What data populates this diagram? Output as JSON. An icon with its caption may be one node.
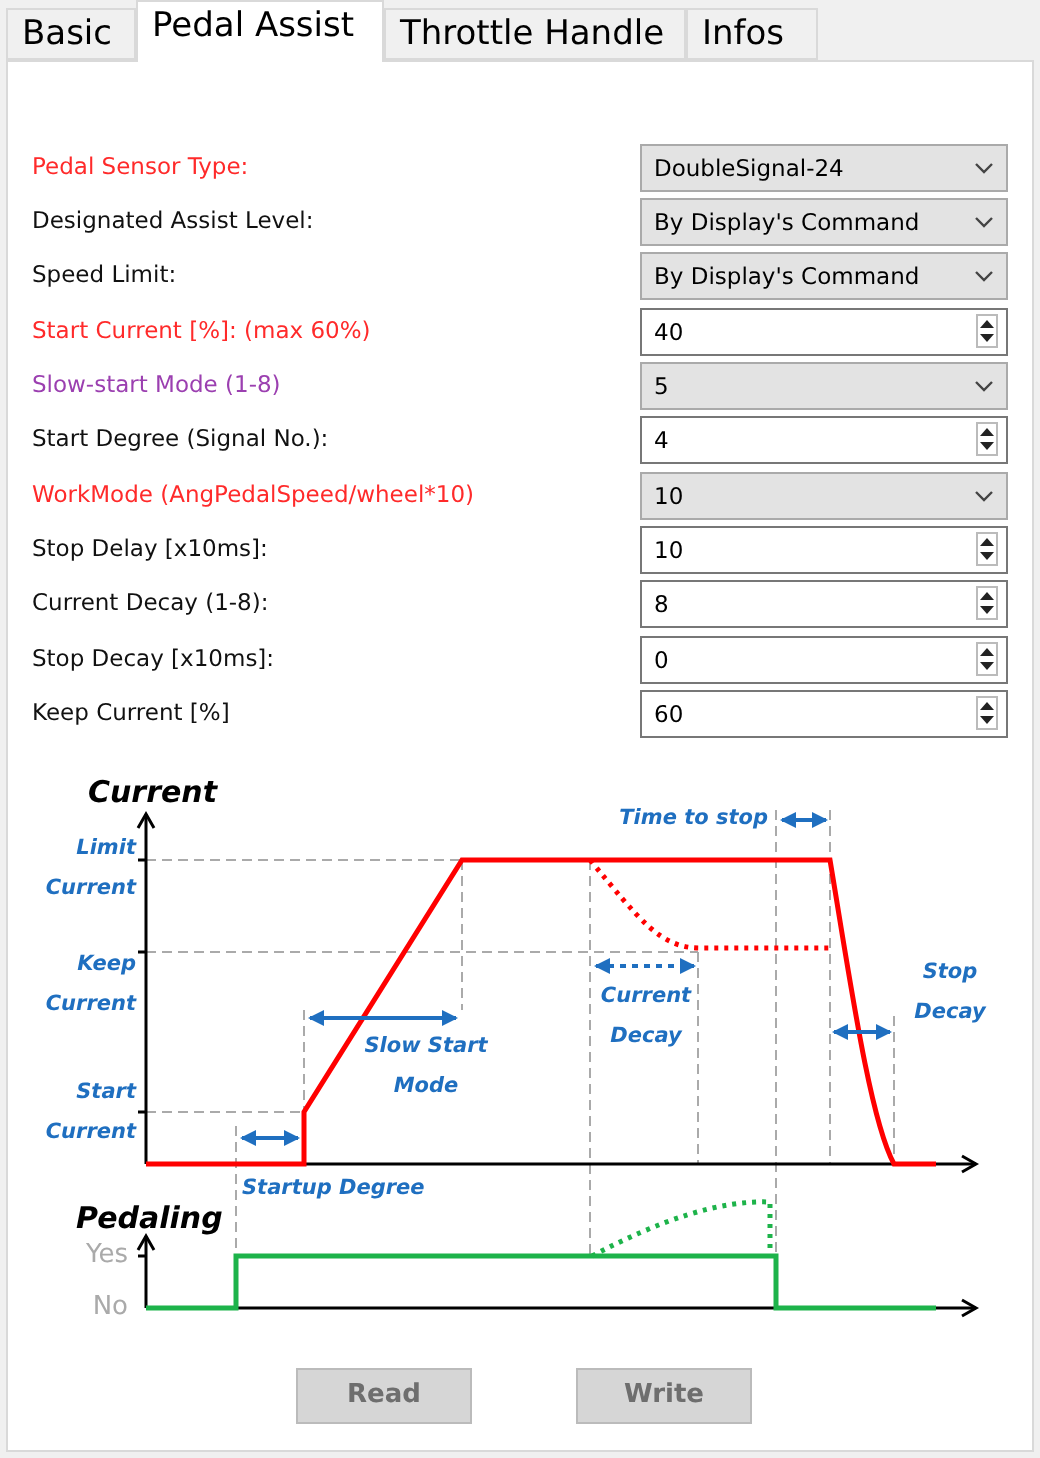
{
  "diagram": {
    "labels": [
      "Basic",
      "Pedal Assist",
      "Throttle Handle",
      "Infos",
      "Pedal Sensor Type:",
      "DoubleSignal-24",
      "Designated Assist Level:",
      "By Display's Command",
      "Speed Limit:",
      "By Display's Command",
      "Start Current [%]:  (max 60%)",
      "40",
      "Slow-start Mode (1-8)",
      "5",
      "Start Degree (Signal No.):",
      "4",
      "WorkMode (AngPedalSpeed/wheel*10)",
      "10",
      "Stop Delay [x10ms]:",
      "10",
      "Current Decay (1-8):",
      "8",
      "Stop Decay [x10ms]:",
      "0",
      "Keep Current [%]",
      "60",
      "Current",
      "Time to stop",
      "Limit Current",
      "Keep Current",
      "Current Decay",
      "Stop Decay",
      "Slow Start Mode",
      "Start Current",
      "Startup Degree",
      "Pedaling",
      "Yes",
      "No",
      "Read",
      "Write"
    ]
  }
}
